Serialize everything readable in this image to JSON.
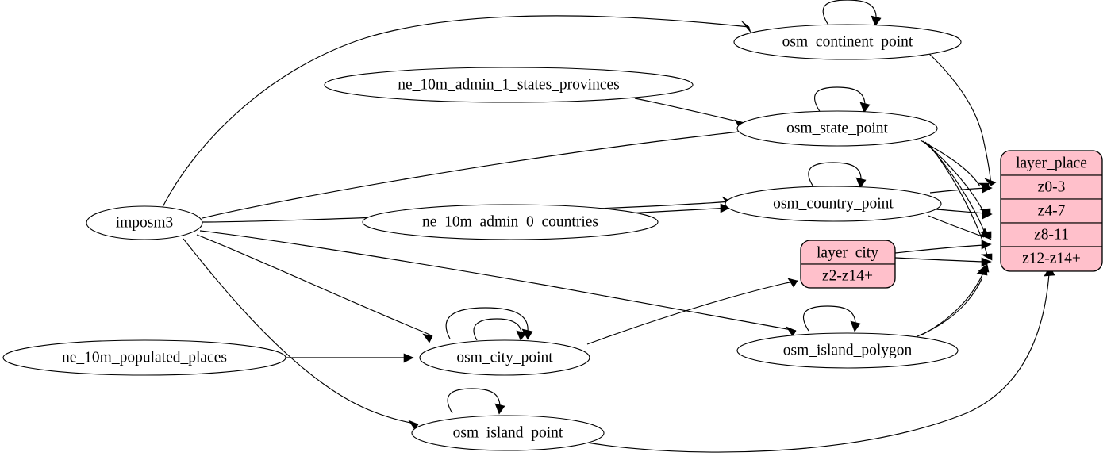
{
  "diagram": {
    "type": "directed-graph",
    "title": "",
    "background_color": "#ffffff",
    "edge_color": "#000000",
    "node_fill": "#ffffff",
    "record_fill": "#ffc0cb",
    "source_nodes": [
      {
        "id": "imposm3",
        "label": "imposm3"
      },
      {
        "id": "ne_states",
        "label": "ne_10m_admin_1_states_provinces"
      },
      {
        "id": "ne_countries",
        "label": "ne_10m_admin_0_countries"
      },
      {
        "id": "ne_places",
        "label": "ne_10m_populated_places"
      }
    ],
    "table_nodes": [
      {
        "id": "osm_continent_point",
        "label": "osm_continent_point",
        "self_loops": 1
      },
      {
        "id": "osm_state_point",
        "label": "osm_state_point",
        "self_loops": 1
      },
      {
        "id": "osm_country_point",
        "label": "osm_country_point",
        "self_loops": 1
      },
      {
        "id": "osm_city_point",
        "label": "osm_city_point",
        "self_loops": 2
      },
      {
        "id": "osm_island_polygon",
        "label": "osm_island_polygon",
        "self_loops": 1
      },
      {
        "id": "osm_island_point",
        "label": "osm_island_point",
        "self_loops": 1
      }
    ],
    "layer_nodes": [
      {
        "id": "layer_place",
        "header": "layer_place",
        "rows": [
          "z0-3",
          "z4-7",
          "z8-11",
          "z12-z14+"
        ]
      },
      {
        "id": "layer_city",
        "header": "layer_city",
        "rows": [
          "z2-z14+"
        ]
      }
    ],
    "edges": [
      {
        "from": "imposm3",
        "to": "osm_continent_point"
      },
      {
        "from": "imposm3",
        "to": "osm_state_point"
      },
      {
        "from": "imposm3",
        "to": "osm_country_point"
      },
      {
        "from": "imposm3",
        "to": "osm_city_point"
      },
      {
        "from": "imposm3",
        "to": "osm_island_polygon"
      },
      {
        "from": "imposm3",
        "to": "osm_island_point"
      },
      {
        "from": "ne_states",
        "to": "osm_state_point"
      },
      {
        "from": "ne_countries",
        "to": "osm_country_point"
      },
      {
        "from": "ne_places",
        "to": "osm_city_point"
      },
      {
        "from": "osm_continent_point",
        "to": "layer_place"
      },
      {
        "from": "osm_state_point",
        "to": "layer_place"
      },
      {
        "from": "osm_country_point",
        "to": "layer_place"
      },
      {
        "from": "osm_city_point",
        "to": "layer_city"
      },
      {
        "from": "layer_city",
        "to": "layer_place"
      },
      {
        "from": "osm_island_polygon",
        "to": "layer_place"
      },
      {
        "from": "osm_island_point",
        "to": "layer_place"
      }
    ]
  }
}
